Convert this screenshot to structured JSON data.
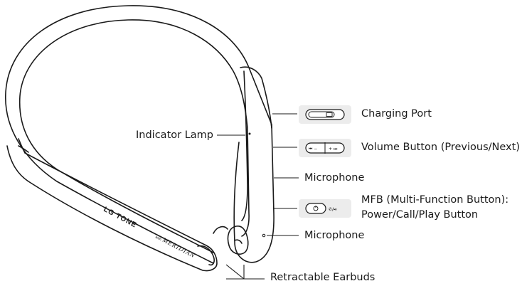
{
  "device": {
    "brand_text": "LG TONE",
    "partner_prefix": "with",
    "partner_text": "MERIDIAN"
  },
  "labels": {
    "indicator_lamp": "Indicator Lamp",
    "charging_port": "Charging Port",
    "volume_button": "Volume Button (Previous/Next)",
    "microphone_1": "Microphone",
    "mfb_line1": "MFB (Multi-Function Button):",
    "mfb_line2": "Power/Call/Play Button",
    "microphone_2": "Microphone",
    "earbuds": "Retractable Earbuds"
  },
  "icons": {
    "charging": "usb-port-icon",
    "volume": "prev-next-icon",
    "mfb": "power-call-play-icon"
  }
}
